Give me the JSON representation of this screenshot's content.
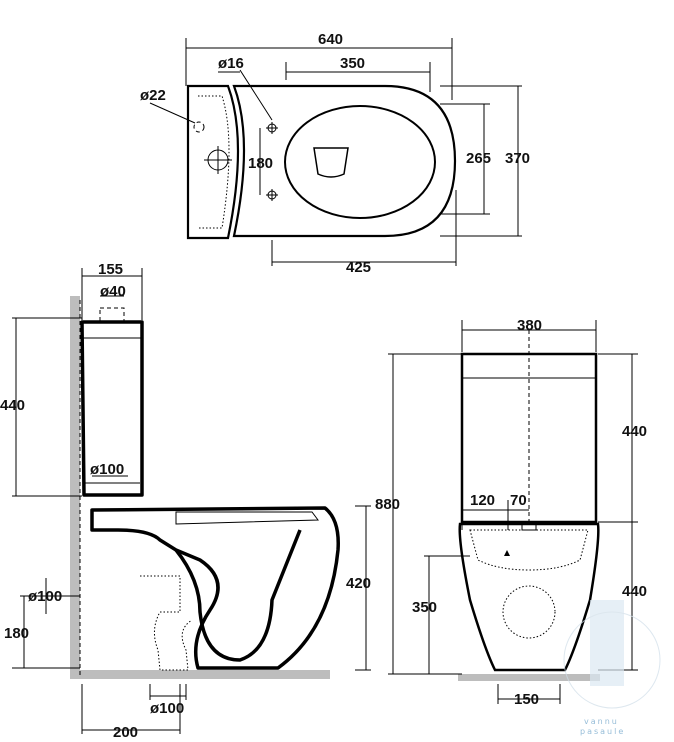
{
  "top_view": {
    "width_overall": "640",
    "pipe_offset": "350",
    "fixing_hole_dia": "ø16",
    "inlet_dia": "ø22",
    "fixing_spacing": "180",
    "depth_inner": "265",
    "depth_overall": "370",
    "bowl_length": "425"
  },
  "side_view": {
    "tank_depth": "155",
    "tank_inlet_dia": "ø40",
    "tank_height": "440",
    "flush_dia": "ø100",
    "bowl_height": "420",
    "overall_height": "880",
    "waste_dia": "ø100",
    "waste_height": "180",
    "floor_waste_dia": "ø100",
    "waste_offset": "200"
  },
  "front_view": {
    "tank_width": "380",
    "tank_height": "440",
    "inlet_offset_a": "120",
    "inlet_offset_b": "70",
    "bowl_height": "440",
    "outlet_height": "350",
    "base_width": "150"
  },
  "watermark": {
    "text_line1": "vannu",
    "text_line2": "pasaule"
  }
}
